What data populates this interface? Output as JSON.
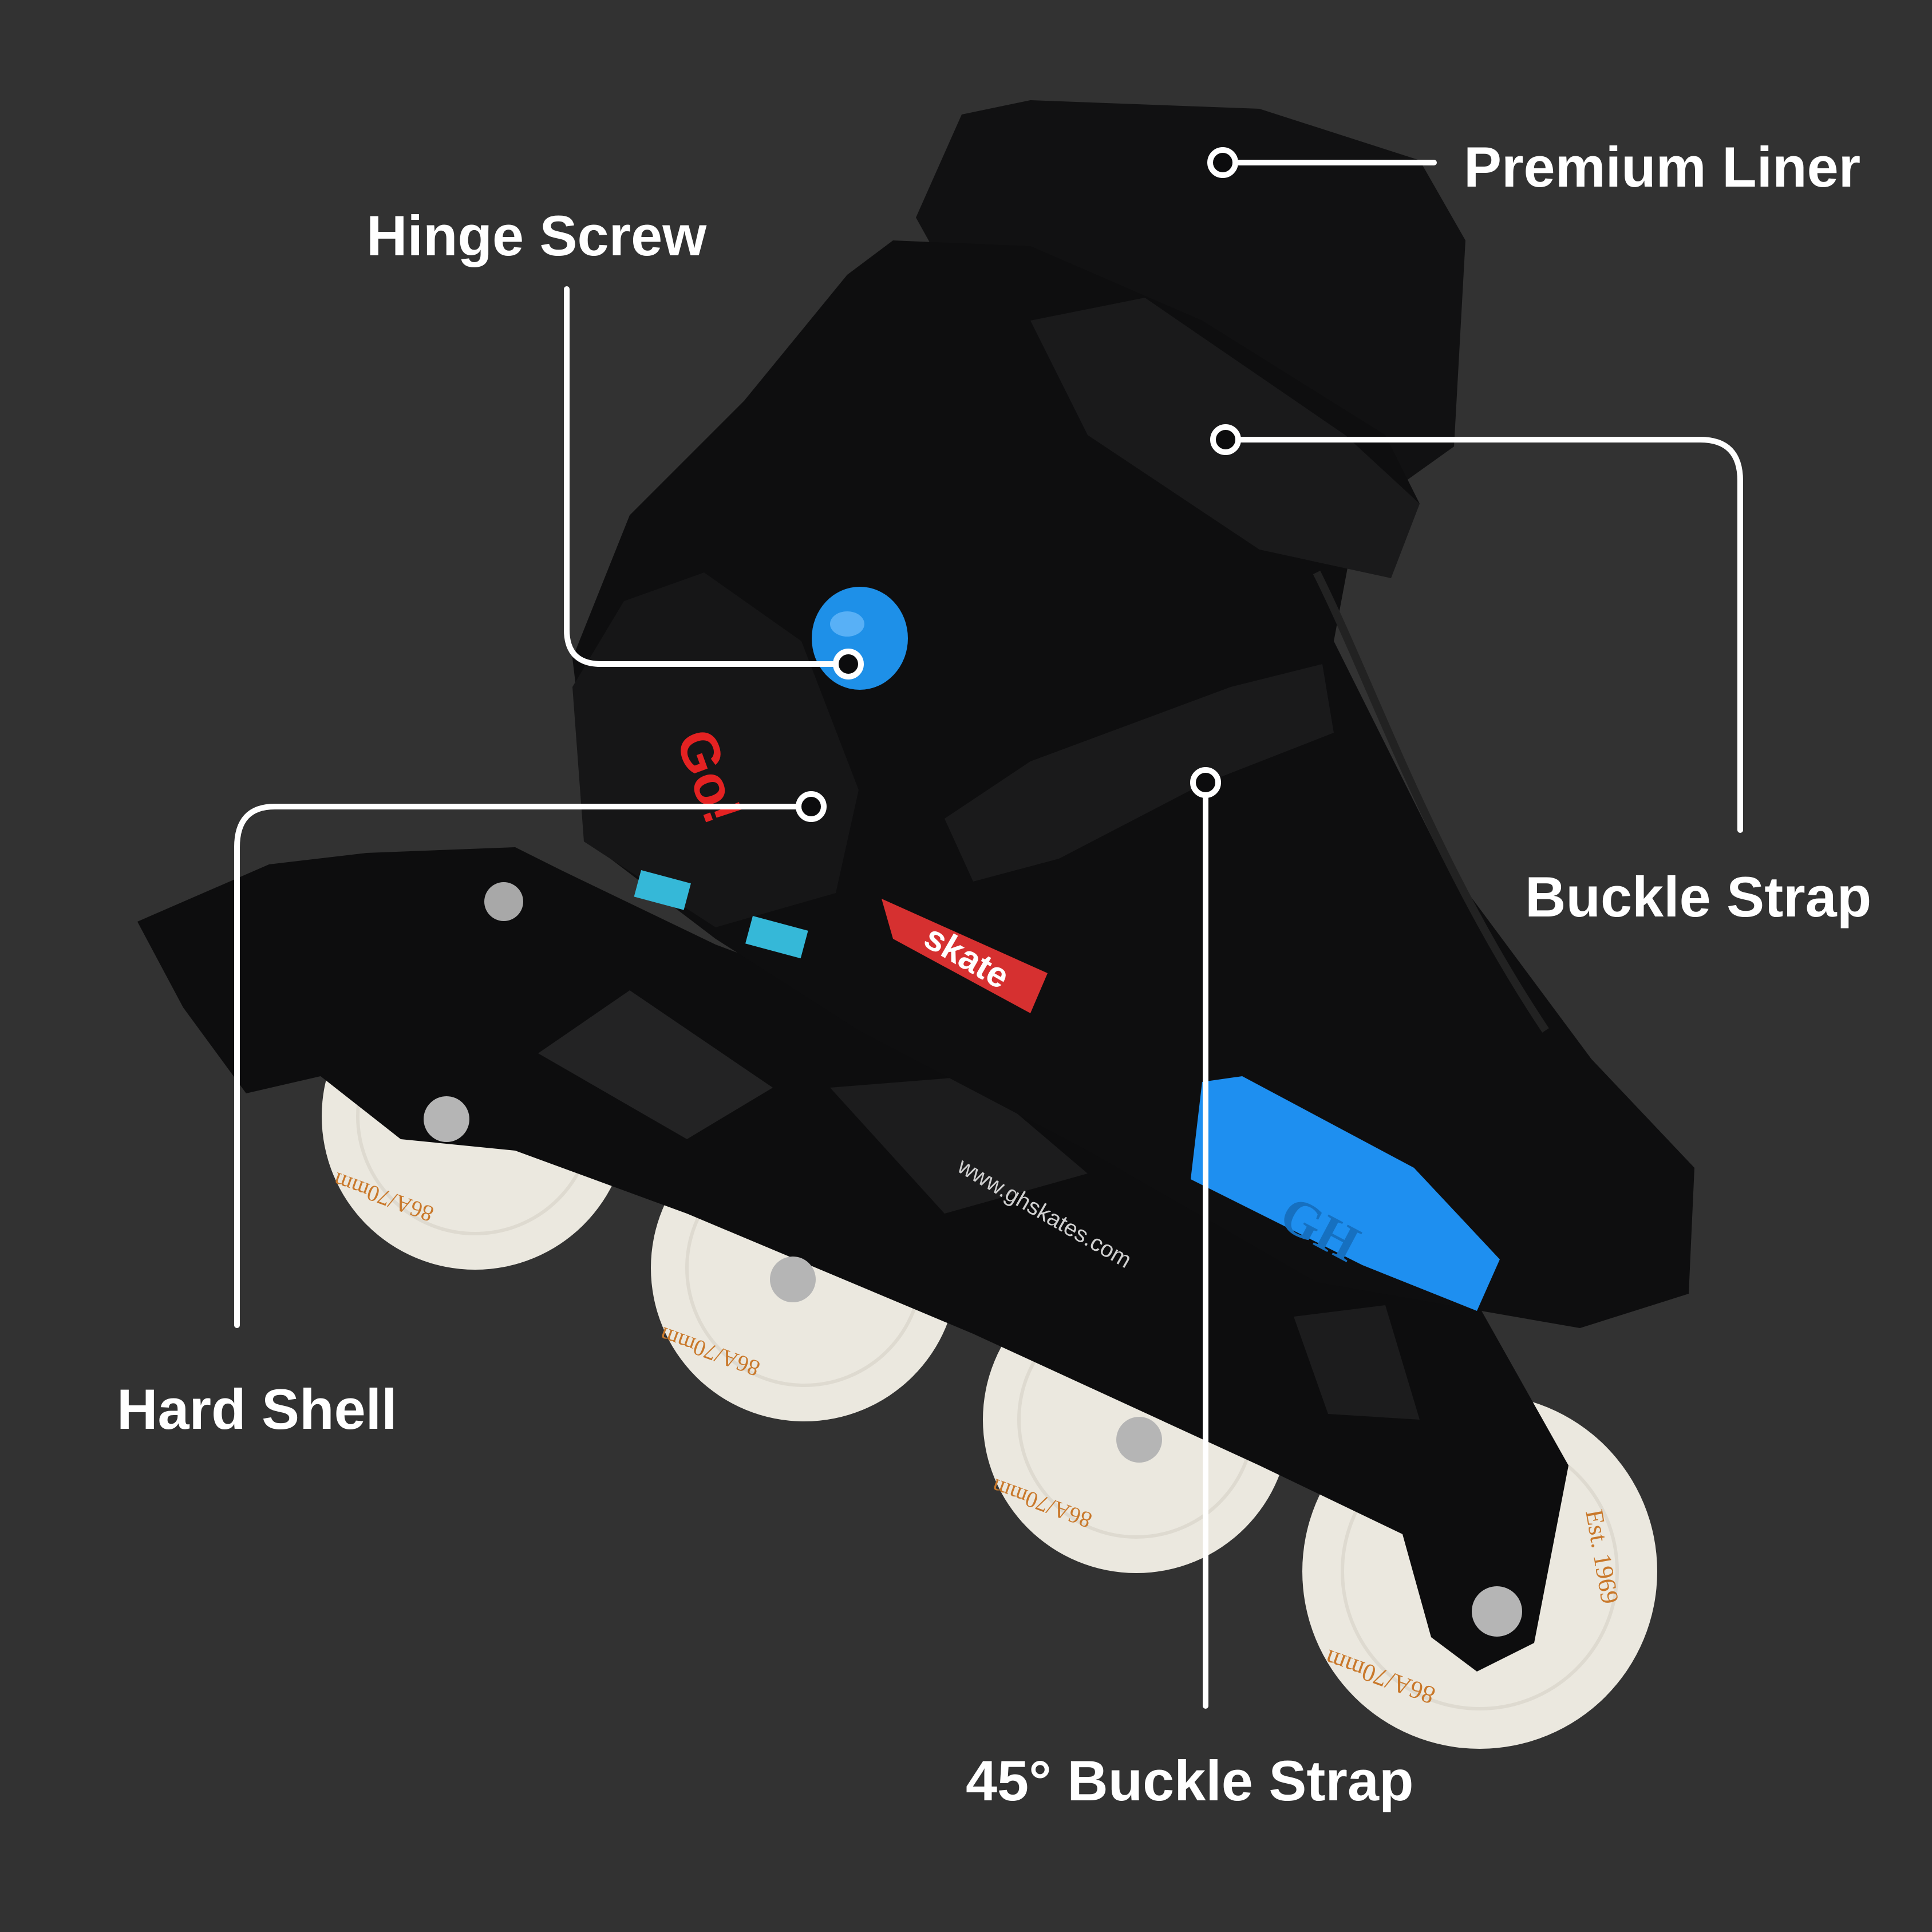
{
  "colors": {
    "background": "#323232",
    "skate_body": "#0c0c0d",
    "accent_blue": "#1e8ff0",
    "wheel": "#ece9e0",
    "callout": "#ffffff"
  },
  "callouts": {
    "premium_liner": "Premium Liner",
    "hinge_screw": "Hinge Screw",
    "buckle_strap": "Buckle Strap",
    "hard_shell": "Hard Shell",
    "buckle_strap_45": "45° Buckle Strap"
  },
  "product_markings": {
    "brand_go": "Go!",
    "brand_skate": "skate",
    "website": "www.ghskates.com",
    "toe_logo": "GH",
    "wheel_spec": "86A/70mm",
    "established": "Est. 1969"
  }
}
